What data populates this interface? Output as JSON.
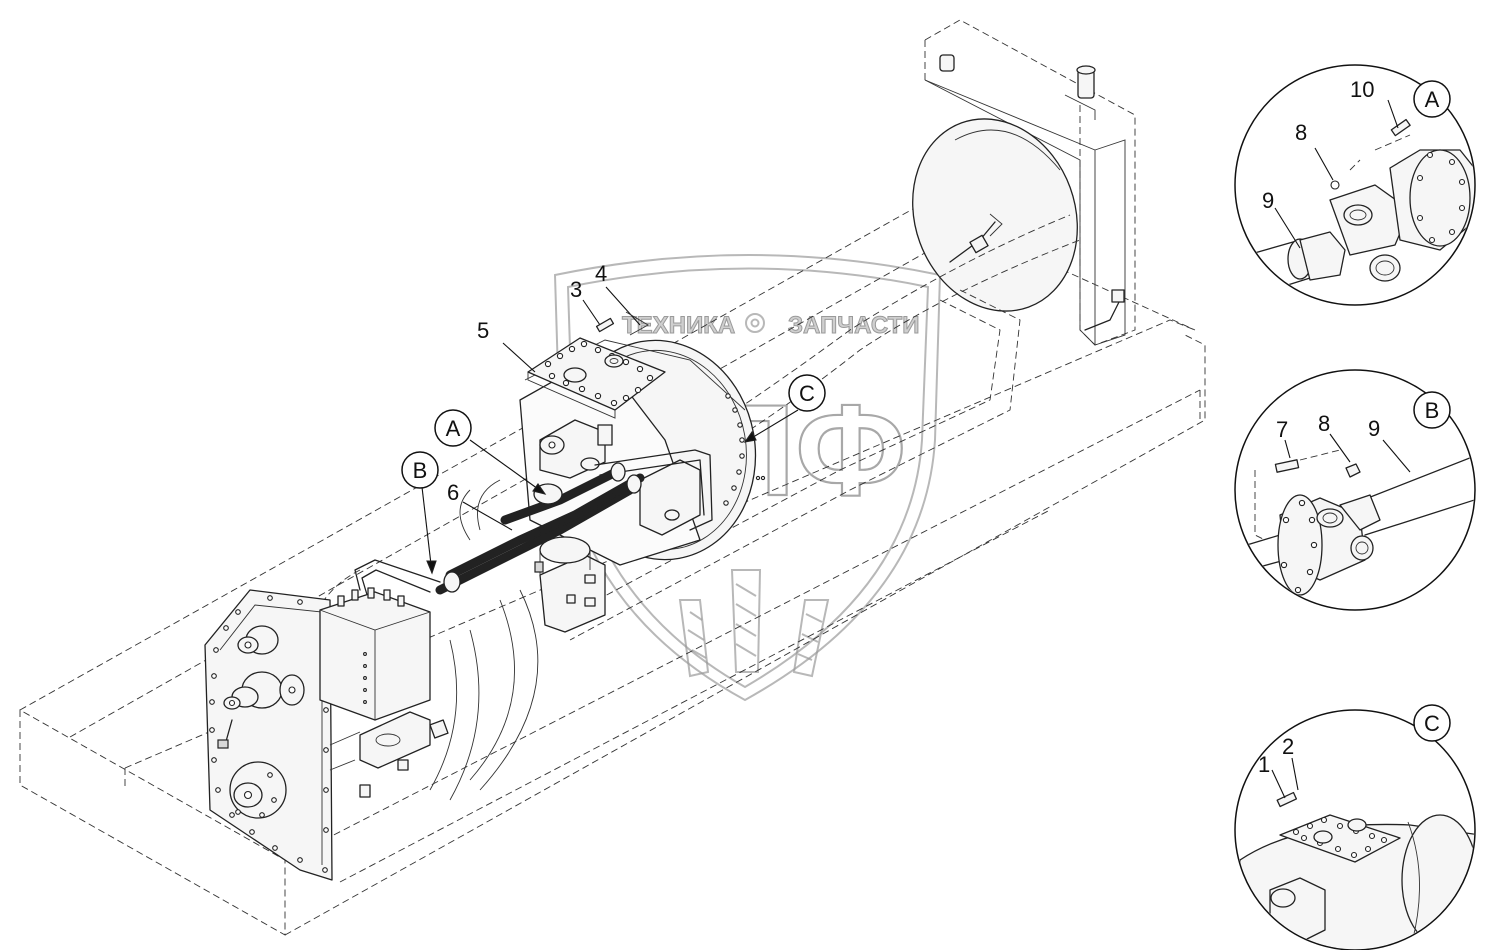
{
  "callouts": {
    "view_a": "A",
    "view_b": "B",
    "view_c": "C"
  },
  "part_numbers": {
    "p1": "1",
    "p2": "2",
    "p3": "3",
    "p4": "4",
    "p5": "5",
    "p6": "6",
    "p7": "7",
    "p8": "8",
    "p9": "9",
    "p10": "10"
  },
  "watermark": {
    "left_word": "ТЕХНИКА",
    "right_word": "ЗАПЧАСТИ",
    "monogram": "СПФ"
  },
  "colors": {
    "line": "#222222",
    "watermark": "#9a9a9a",
    "background": "#ffffff"
  }
}
